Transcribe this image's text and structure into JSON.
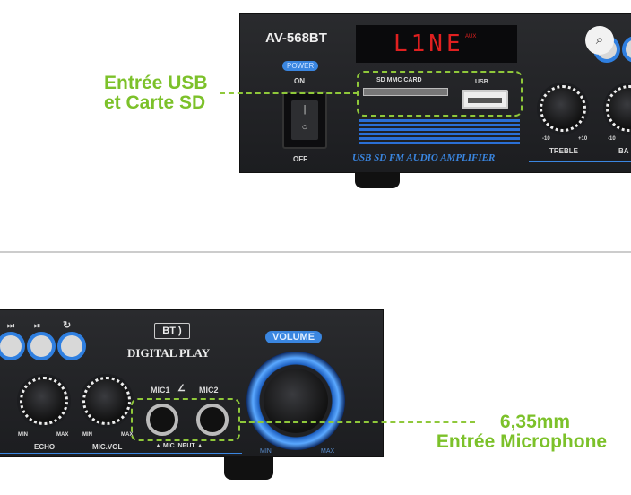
{
  "top": {
    "model": "AV-568BT",
    "display": "L1NE",
    "display_aux": "AUX",
    "power_badge": "POWER",
    "on": "ON",
    "off": "OFF",
    "sd_label": "SD MMC CARD",
    "usb_label": "USB",
    "brand_strip": "USB SD FM AUDIO AMPLIFIER",
    "treble": "TREBLE",
    "bass": "BA",
    "minus10": "-10",
    "plus10": "+10",
    "callout_line1": "Entrée USB",
    "callout_line2": "et Carte SD"
  },
  "bottom": {
    "bt_badge": "BT",
    "digital_play": "DIGITAL PLAY",
    "volume": "VOLUME",
    "mic1": "MIC1",
    "mic2": "MIC2",
    "mic_input": "▲ MIC INPUT ▲",
    "echo": "ECHO",
    "mic_vol": "MIC.VOL",
    "min": "MIN",
    "max": "MAX",
    "btn_next": "⏭",
    "btn_play": "⏯",
    "btn_repeat": "↻",
    "callout_line1": "6,35mm",
    "callout_line2": "Entrée Microphone"
  },
  "colors": {
    "callout": "#7cc12a",
    "accent_blue": "#2f7fe0",
    "display_red": "#e02020"
  },
  "icons": {
    "lens": "visual-search-icon"
  }
}
